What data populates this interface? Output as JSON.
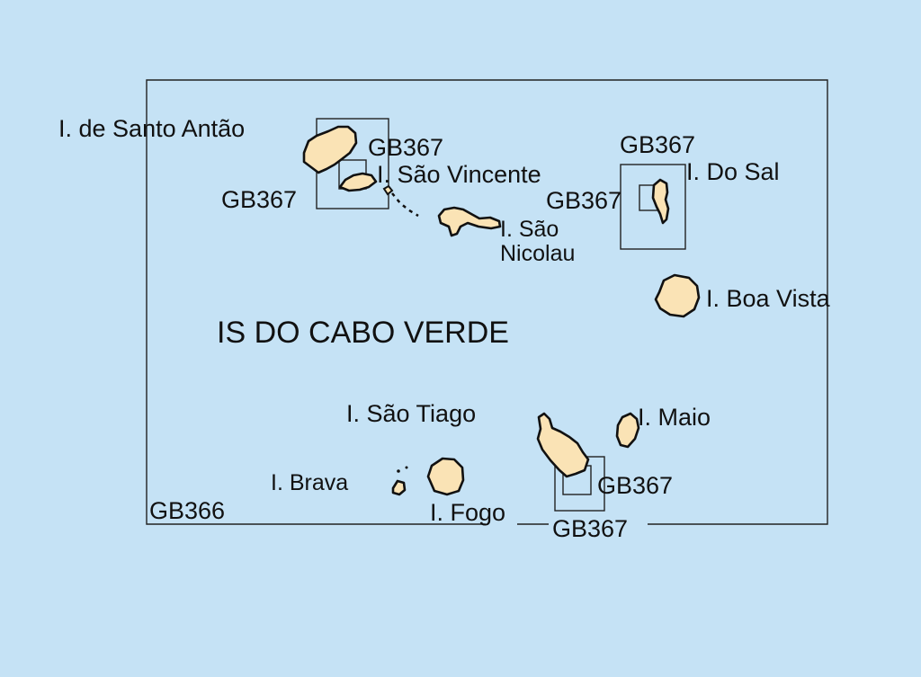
{
  "map": {
    "title": "IS DO CABO VERDE",
    "main_chart_label": "GB366",
    "background_color": "#c5e2f5",
    "land_color": "#fae3b5",
    "outline_color": "#111111",
    "inset_labels": {
      "santo_antao_top": "GB367",
      "santo_antao_left": "GB367",
      "sal_top": "GB367",
      "sal_inner": "GB367",
      "tiago_right": "GB367",
      "tiago_bottom": "GB367"
    },
    "islands": {
      "santo_antao": "I. de Santo Antão",
      "sao_vincente": "I. São Vincente",
      "sao_nicolau_line1": "I. São",
      "sao_nicolau_line2": "Nicolau",
      "do_sal": "I. Do Sal",
      "boa_vista": "I. Boa Vista",
      "sao_tiago": "I. São Tiago",
      "maio": "I. Maio",
      "brava": "I. Brava",
      "fogo": "I. Fogo"
    }
  }
}
